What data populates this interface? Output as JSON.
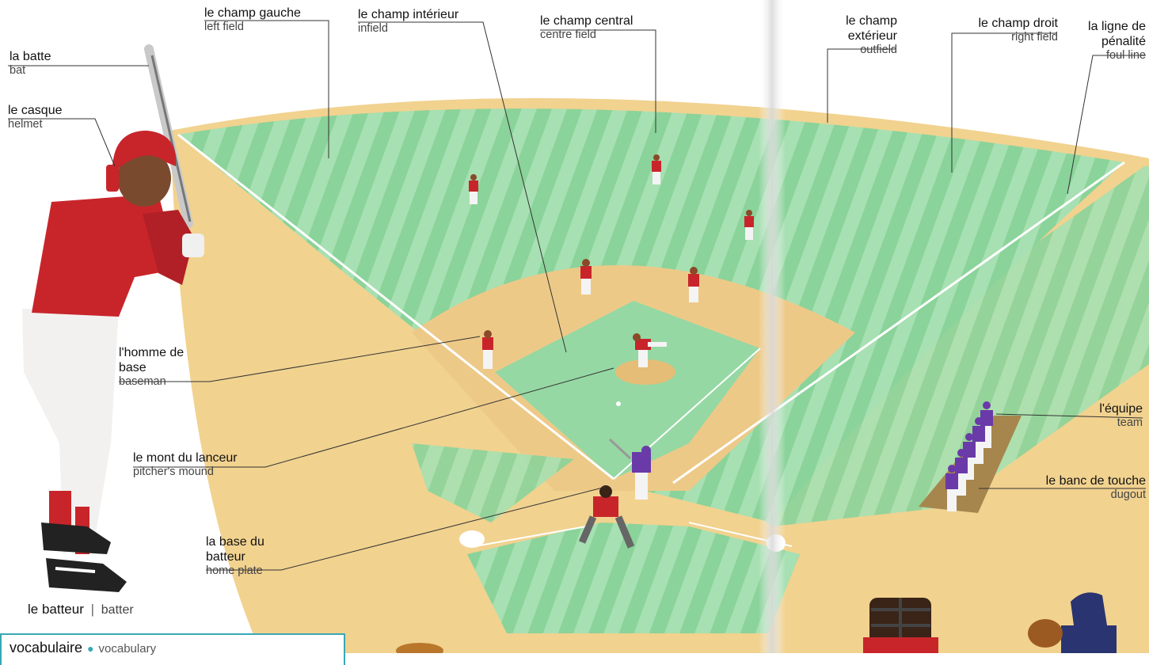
{
  "labels": {
    "bat": {
      "fr": "la batte",
      "en": "bat"
    },
    "helmet": {
      "fr": "le casque",
      "en": "helmet"
    },
    "left_field": {
      "fr": "le champ gauche",
      "en": "left field"
    },
    "infield": {
      "fr": "le champ intérieur",
      "en": "infield"
    },
    "centre_field": {
      "fr": "le champ central",
      "en": "centre field"
    },
    "outfield": {
      "fr1": "le champ",
      "fr2": "extérieur",
      "en": "outfield"
    },
    "right_field": {
      "fr": "le champ droit",
      "en": "right field"
    },
    "foul_line": {
      "fr1": "la ligne de",
      "fr2": "pénalité",
      "en": "foul line"
    },
    "baseman": {
      "fr1": "l'homme de",
      "fr2": "base",
      "en": "baseman"
    },
    "pitchers_mound": {
      "fr": "le mont du lanceur",
      "en": "pitcher's mound"
    },
    "home_plate": {
      "fr1": "la base du",
      "fr2": "batteur",
      "en": "home plate"
    },
    "team": {
      "fr": "l'équipe",
      "en": "team"
    },
    "dugout": {
      "fr": "le banc de touche",
      "en": "dugout"
    }
  },
  "batter_caption": {
    "fr": "le batteur",
    "sep": "|",
    "en": "batter"
  },
  "vocab": {
    "title": "vocabulaire",
    "en": "vocabulary"
  },
  "colors": {
    "grass_light": "#9fdcab",
    "grass_dark": "#84cf95",
    "dirt": "#f0d08c",
    "dirt_edge": "#e2bd72",
    "jersey_red": "#c8252b",
    "batter_purple": "#6a3aa8",
    "vocab_border": "#3aa7b5"
  }
}
